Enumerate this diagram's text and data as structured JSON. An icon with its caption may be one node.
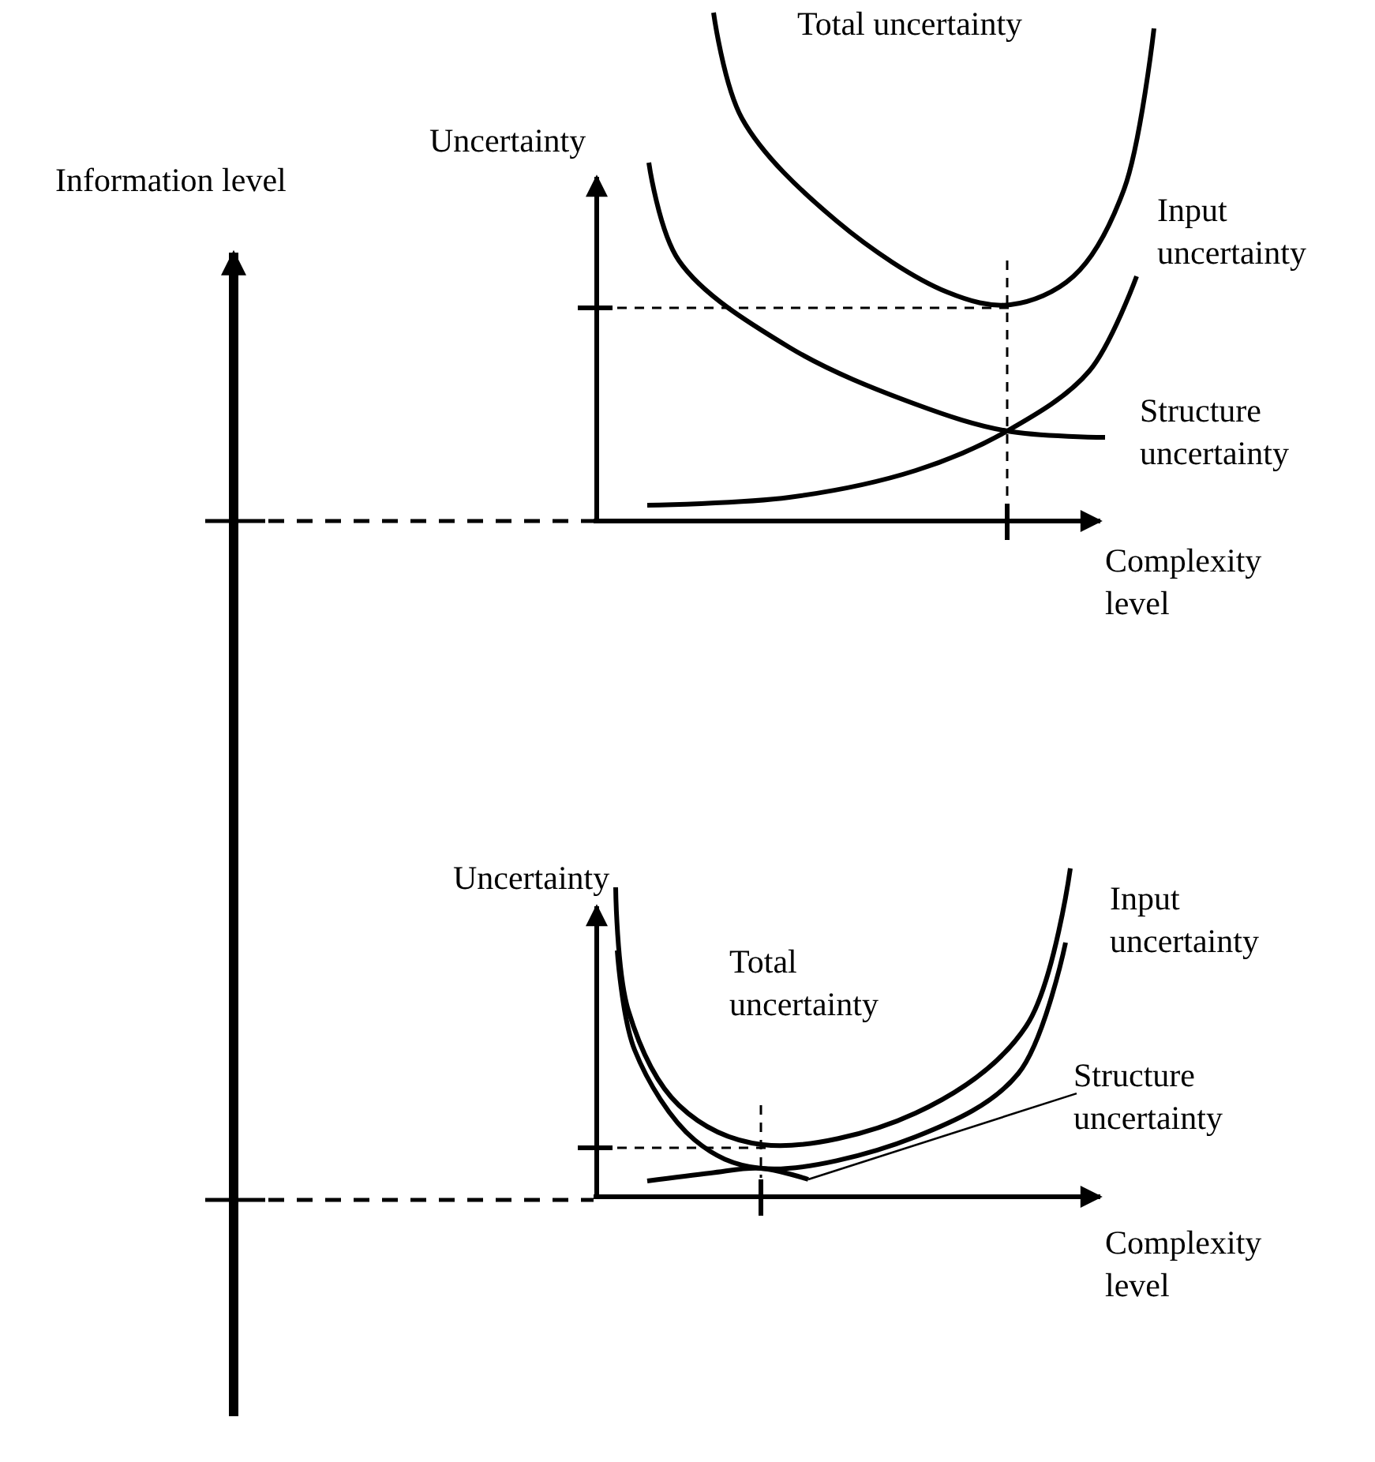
{
  "diagram": {
    "nodes": [
      {
        "text": [
          "Structure uncertainty"
        ]
      },
      {
        "text": [],
        "shape": "curve"
      }
    ],
    "edges": [
      {
        "from": 0,
        "to": 1,
        "arrow": "none"
      }
    ],
    "labels": [
      "Total uncertainty",
      "Uncertainty",
      "Information level",
      "Input uncertainty",
      "Structure uncertainty",
      "Complexity level",
      "Uncertainty",
      "Input uncertainty",
      "Total uncertainty",
      "Complexity level"
    ]
  }
}
